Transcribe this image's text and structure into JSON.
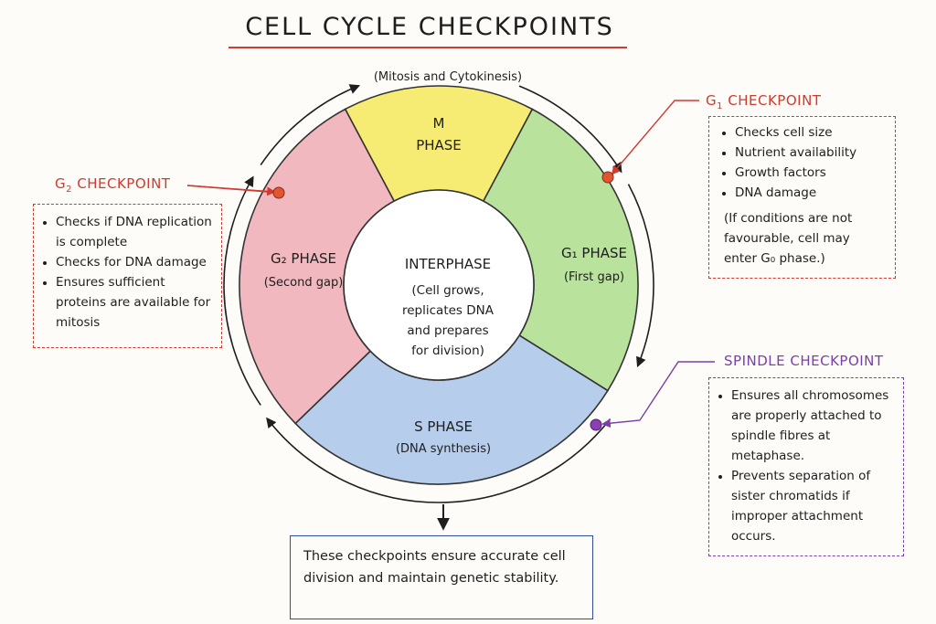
{
  "title": "CELL CYCLE CHECKPOINTS",
  "m_phase": {
    "label_line1": "M",
    "label_line2": "PHASE",
    "description": "(Mitosis and Cytokinesis)"
  },
  "g1_phase": {
    "label": "G₁ PHASE",
    "subtitle": "(First gap)"
  },
  "g2_phase": {
    "label": "G₂ PHASE",
    "subtitle": "(Second gap)"
  },
  "s_phase": {
    "label": "S PHASE",
    "subtitle": "(DNA synthesis)"
  },
  "interphase": {
    "title": "INTERPHASE",
    "description_lines": [
      "(Cell grows,",
      "replicates DNA",
      "and prepares",
      "for division)"
    ]
  },
  "g1_checkpoint": {
    "title_prefix": "G",
    "title_subscript": "1",
    "title_suffix": " CHECKPOINT",
    "items": [
      "Checks cell size",
      "Nutrient availability",
      "Growth factors",
      "DNA damage"
    ],
    "note_lines": [
      "(If conditions are not",
      "favourable, cell may",
      "enter G₀ phase.)"
    ]
  },
  "g2_checkpoint": {
    "title_prefix": "G",
    "title_subscript": "2",
    "title_suffix": " CHECKPOINT",
    "items": [
      "Checks if DNA replication is complete",
      "Checks for DNA damage",
      "Ensures sufficient proteins are available for mitosis"
    ]
  },
  "spindle_checkpoint": {
    "title": "SPINDLE CHECKPOINT",
    "items": [
      "Ensures all chromosomes are properly attached to spindle fibres at metaphase.",
      "Prevents separation of sister chromatids if improper attachment occurs."
    ]
  },
  "summary": "These checkpoints ensure accurate cell division and maintain genetic stability.",
  "colors": {
    "m_phase": "#f7ec73",
    "g1_phase": "#b9e39c",
    "g2_phase": "#f2b8bf",
    "s_phase": "#b6cdec",
    "red_accent": "#d23a2e",
    "purple_accent": "#7a3fa8",
    "blue_border": "#2c4fa0"
  }
}
